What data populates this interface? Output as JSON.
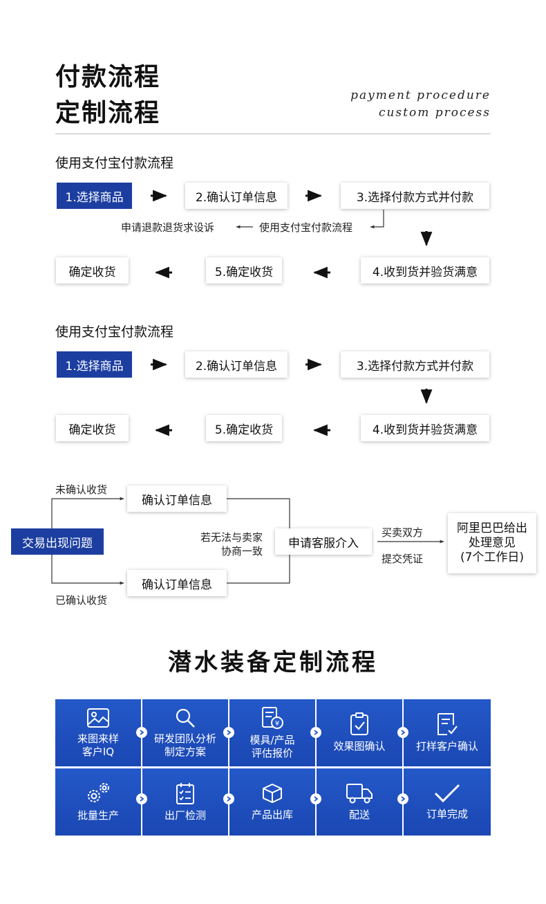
{
  "header": {
    "title_line1": "付款流程",
    "title_line2": "定制流程",
    "en_line1": "payment procedure",
    "en_line2": "custom process"
  },
  "section1": {
    "title": "使用支付宝付款流程",
    "step1": "1.选择商品",
    "step2": "2.确认订单信息",
    "step3": "3.选择付款方式并付款",
    "refund_text": "申请退款退货求设诉",
    "refund_source": "使用支付宝付款流程",
    "step4": "4.收到货并验货满意",
    "step5": "5.确定收货",
    "step6": "确定收货"
  },
  "section2": {
    "title": "使用支付宝付款流程",
    "step1": "1.选择商品",
    "step2": "2.确认订单信息",
    "step3": "3.选择付款方式并付款",
    "step4": "4.收到货并验货满意",
    "step5": "5.确定收货",
    "step6": "确定收货"
  },
  "dispute": {
    "start": "交易出现问题",
    "upper_label": "未确认收货",
    "lower_label": "已确认收货",
    "upper_box": "确认订单信息",
    "lower_box": "确认订单信息",
    "negotiate_line1": "若无法与卖家",
    "negotiate_line2": "协商一致",
    "service": "申请客服介入",
    "evidence_top": "买卖双方",
    "evidence_bottom": "提交凭证",
    "result_line1": "阿里巴巴给出",
    "result_line2": "处理意见",
    "result_line3": "(7个工作日)"
  },
  "custom": {
    "title": "潜水装备定制流程",
    "row1": [
      {
        "line1": "来图来样",
        "line2": "客户IQ",
        "icon": "image-icon"
      },
      {
        "line1": "研发团队分析",
        "line2": "制定方案",
        "icon": "search-icon"
      },
      {
        "line1": "模具/产品",
        "line2": "评估报价",
        "icon": "quote-icon"
      },
      {
        "line1": "效果图确认",
        "line2": "",
        "icon": "clipboard-check-icon"
      },
      {
        "line1": "打样客户确认",
        "line2": "",
        "icon": "document-check-icon"
      }
    ],
    "row2": [
      {
        "line1": "批量生产",
        "line2": "",
        "icon": "gears-icon"
      },
      {
        "line1": "出厂检测",
        "line2": "",
        "icon": "checklist-icon"
      },
      {
        "line1": "产品出库",
        "line2": "",
        "icon": "box-icon"
      },
      {
        "line1": "配送",
        "line2": "",
        "icon": "truck-icon"
      },
      {
        "line1": "订单完成",
        "line2": "",
        "icon": "checkmark-icon"
      }
    ]
  },
  "colors": {
    "accent": "#1c3ea0",
    "tile": "#2458c8"
  }
}
